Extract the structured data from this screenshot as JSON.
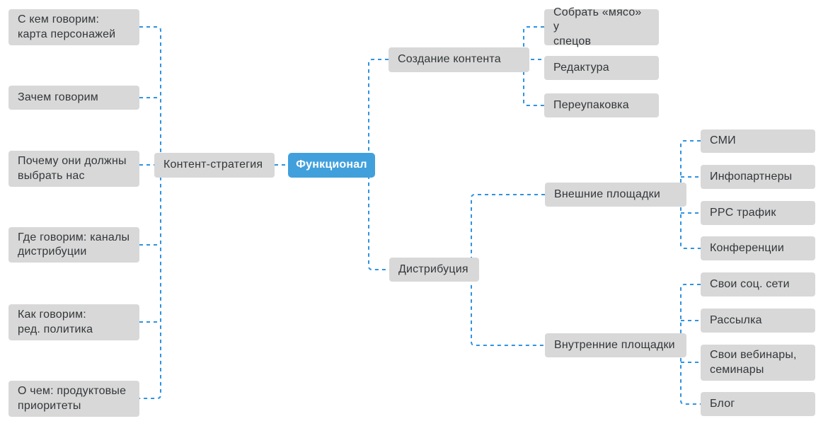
{
  "colors": {
    "node_bg": "#d8d8d8",
    "node_text": "#33373a",
    "root_bg": "#41a0dc",
    "root_text": "#ffffff",
    "connector": "#2e93e2",
    "background": "#ffffff"
  },
  "tree": {
    "root": "Функционал",
    "left": {
      "label": "Контент-стратегия",
      "children": [
        "С кем говорим:\nкарта персонажей",
        "Зачем говорим",
        "Почему они должны\nвыбрать нас",
        "Где говорим: каналы\nдистрибуции",
        "Как говорим:\nред. политика",
        "О чем: продуктовые\nприоритеты"
      ]
    },
    "right": [
      {
        "label": "Создание контента",
        "children": [
          "Собрать «мясо» у\nспецов",
          "Редактура",
          "Переупаковка"
        ]
      },
      {
        "label": "Дистрибуция",
        "children": [
          {
            "label": "Внешние площадки",
            "children": [
              "СМИ",
              "Инфопартнеры",
              "PPC трафик",
              "Конференции"
            ]
          },
          {
            "label": "Внутренние площадки",
            "children": [
              "Свои соц. сети",
              "Рассылка",
              "Свои вебинары,\nсеминары",
              "Блог"
            ]
          }
        ]
      }
    ]
  }
}
